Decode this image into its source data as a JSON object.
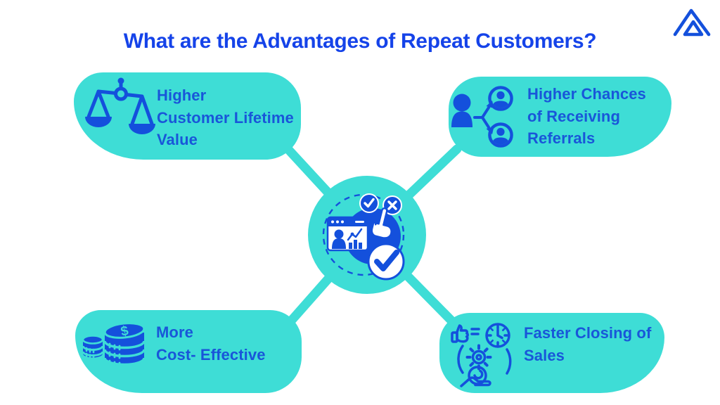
{
  "page": {
    "title": "What are the Advantages of Repeat Customers?"
  },
  "brand": {
    "logo_icon": "mountain-peaks-logo"
  },
  "colors": {
    "teal": "#3eddd6",
    "icon-blue": "#1450dc",
    "label-blue": "#1956d9",
    "title-blue": "#1543e9",
    "background": "#ffffff"
  },
  "diagram": {
    "center": {
      "icon": "customer-approval-analytics-illustration",
      "parts": [
        "analytics-browser-window",
        "check-badge",
        "cross-badge",
        "pointer-hand",
        "approved-check-circle"
      ]
    },
    "nodes": [
      {
        "position": "top-left",
        "icon": "balance-scale-icon",
        "label": "Higher\nCustomer Lifetime\nValue"
      },
      {
        "position": "top-right",
        "icon": "referral-users-icon",
        "label": "Higher Chances\nof Receiving\nReferrals"
      },
      {
        "position": "bottom-left",
        "icon": "coin-stacks-icon",
        "label": "More\nCost- Effective"
      },
      {
        "position": "bottom-right",
        "icon": "fast-deal-icon",
        "label": "Faster Closing of\nSales"
      }
    ]
  }
}
